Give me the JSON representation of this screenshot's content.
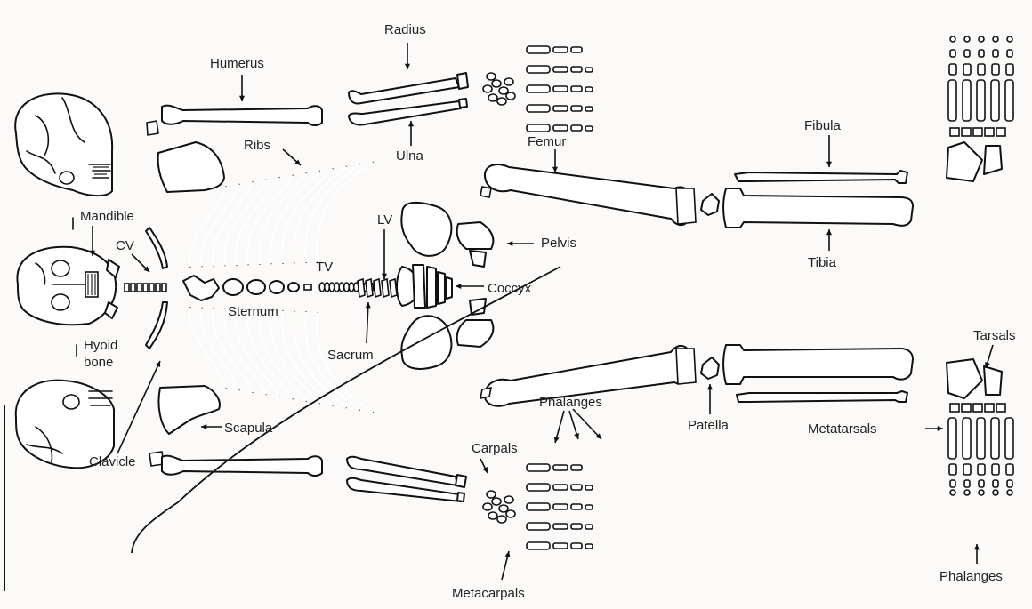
{
  "labels": {
    "radius": "Radius",
    "humerus": "Humerus",
    "ribs": "Ribs",
    "ulna": "Ulna",
    "femur": "Femur",
    "fibula": "Fibula",
    "mandible": "Mandible",
    "cv": "CV",
    "lv": "LV",
    "tv": "TV",
    "pelvis": "Pelvis",
    "tibia": "Tibia",
    "sternum": "Sternum",
    "coccyx": "Coccyx",
    "hyoid": "Hyoid",
    "bone": "bone",
    "sacrum": "Sacrum",
    "tarsals": "Tarsals",
    "scapula": "Scapula",
    "phalanges_hand": "Phalanges",
    "patella": "Patella",
    "metatarsals": "Metatarsals",
    "clavicle": "Clavicle",
    "carpals": "Carpals",
    "metacarpals": "Metacarpals",
    "phalanges_foot": "Phalanges"
  }
}
